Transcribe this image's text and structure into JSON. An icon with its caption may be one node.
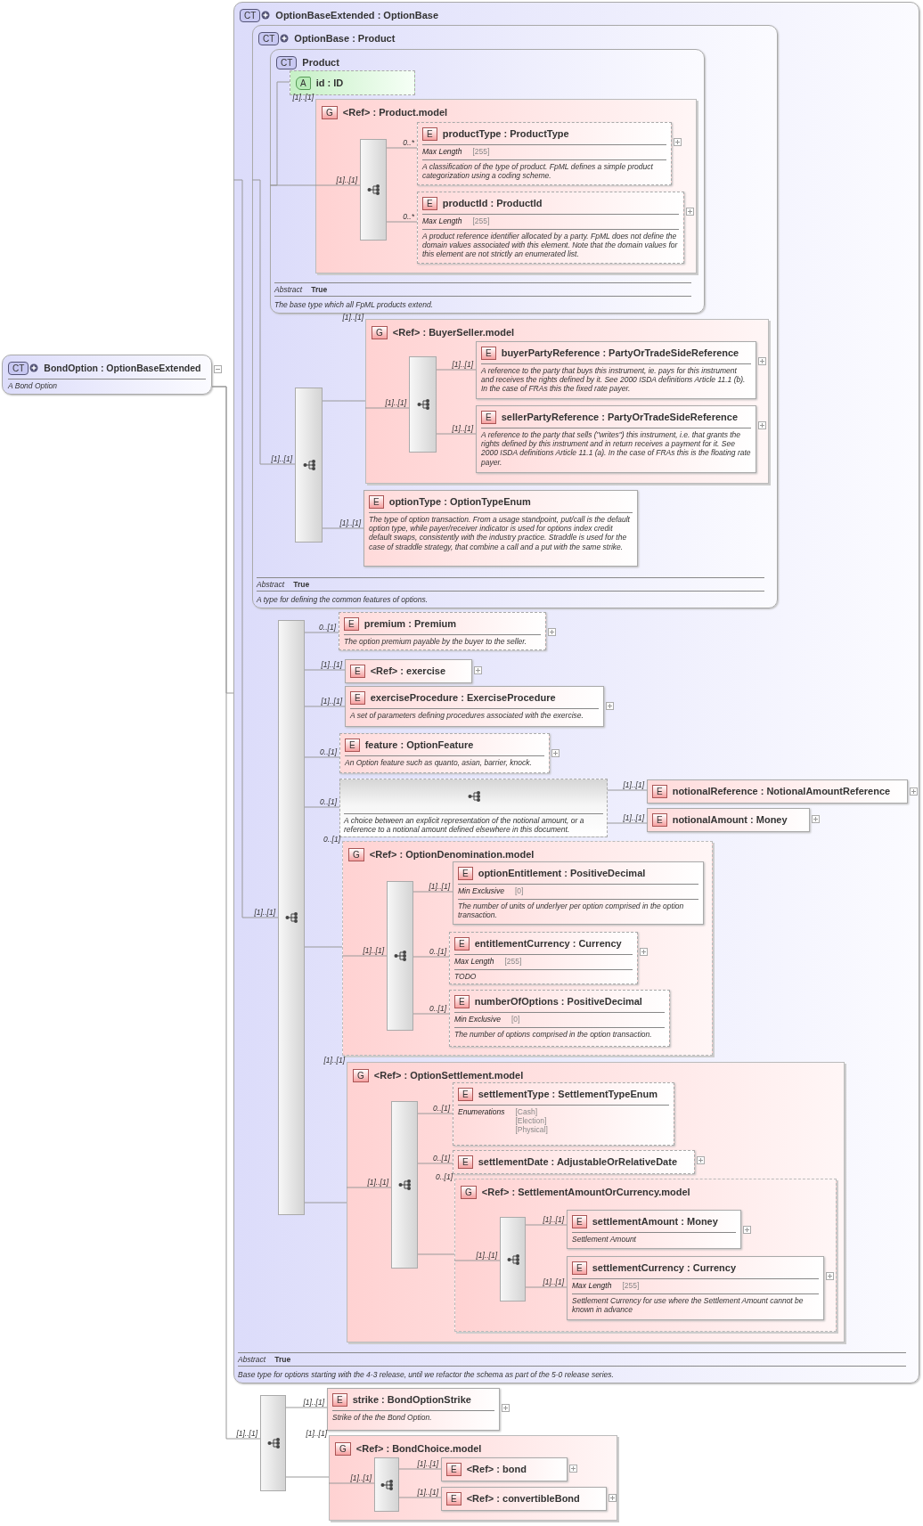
{
  "diagram": {
    "nodes": [
      {
        "text": [
          "CT",
          "BondOption : OptionBaseExtended",
          "A Bond Option"
        ]
      },
      {
        "text": [
          "CT",
          "OptionBaseExtended : OptionBase",
          "Abstract",
          "True",
          "Base type for options starting with the 4-3 release, until we refactor the schema as part of the 5-0 release series."
        ]
      },
      {
        "in": 1,
        "text": [
          "CT",
          "OptionBase : Product",
          "Abstract",
          "True",
          "A type for defining the common features of options."
        ]
      },
      {
        "in": 2,
        "text": [
          "CT",
          "Product",
          "Abstract",
          "True",
          "The base type which all FpML products extend."
        ]
      },
      {
        "in": 3,
        "text": [
          "A",
          "id : ID"
        ]
      },
      {
        "in": 3,
        "text": [
          "G",
          "<Ref> : Product.model"
        ],
        "beside": [
          "[1]..[1]"
        ]
      },
      {
        "in": 5,
        "text": [],
        "shape": "box"
      },
      {
        "in": 5,
        "text": [
          "E",
          "productType : ProductType",
          "Max Length",
          "[255]",
          "A classification of the type of product. FpML defines a simple product categorization using a coding scheme."
        ]
      },
      {
        "in": 5,
        "text": [
          "E",
          "productId : ProductId",
          "Max Length",
          "[255]",
          "A product reference identifier allocated by a party. FpML does not define the domain values associated with this element. Note that the domain values for this element are not strictly an enumerated list."
        ]
      },
      {
        "in": 2,
        "text": [],
        "shape": "box"
      },
      {
        "in": 2,
        "text": [
          "G",
          "<Ref> : BuyerSeller.model"
        ],
        "beside": [
          "[1]..[1]"
        ]
      },
      {
        "in": 10,
        "text": [],
        "shape": "box"
      },
      {
        "in": 10,
        "text": [
          "E",
          "buyerPartyReference : PartyOrTradeSideReference",
          "A reference to the party that buys this instrument, ie. pays for this instrument and receives the rights defined by it. See 2000 ISDA definitions Article 11.1 (b). In the case of FRAs this the fixed rate payer."
        ]
      },
      {
        "in": 10,
        "text": [
          "E",
          "sellerPartyReference : PartyOrTradeSideReference",
          "A reference to the party that sells (\"writes\") this instrument, i.e. that grants the rights defined by this instrument and in return receives a payment for it. See 2000 ISDA definitions Article 11.1 (a). In the case of FRAs this is the floating rate payer."
        ]
      },
      {
        "in": 2,
        "text": [
          "E",
          "optionType : OptionTypeEnum",
          "The type of option transaction. From a usage standpoint, put/call is the default option type, while payer/receiver indicator is used for options index credit default swaps, consistently with the industry practice. Straddle is used for the case of straddle strategy, that combine a call and a put with the same strike."
        ]
      },
      {
        "in": 1,
        "text": [],
        "shape": "box"
      },
      {
        "in": 1,
        "text": [
          "E",
          "premium : Premium",
          "The option premium payable by the buyer to the seller."
        ]
      },
      {
        "in": 1,
        "text": [
          "E",
          "<Ref> : exercise"
        ]
      },
      {
        "in": 1,
        "text": [
          "E",
          "exerciseProcedure : ExerciseProcedure",
          "A set of parameters defining procedures associated with the exercise."
        ]
      },
      {
        "in": 1,
        "text": [
          "E",
          "feature : OptionFeature",
          "An Option feature such as quanto, asian, barrier, knock."
        ]
      },
      {
        "in": 1,
        "text": [
          "A choice between an explicit representation of the notional amount, or a reference to a notional amount defined elsewhere in this document."
        ]
      },
      {
        "in": 1,
        "text": [
          "E",
          "notionalReference : NotionalAmountReference"
        ]
      },
      {
        "in": 1,
        "text": [
          "E",
          "notionalAmount : Money"
        ]
      },
      {
        "in": 1,
        "text": [
          "G",
          "<Ref> : OptionDenomination.model"
        ],
        "beside": [
          "0..[1]"
        ]
      },
      {
        "in": 23,
        "text": [],
        "shape": "box"
      },
      {
        "in": 23,
        "text": [
          "E",
          "optionEntitlement : PositiveDecimal",
          "Min Exclusive",
          "[0]",
          "The number of units of underlyer per option comprised in the option transaction."
        ]
      },
      {
        "in": 23,
        "text": [
          "E",
          "entitlementCurrency : Currency",
          "Max Length",
          "[255]",
          "TODO"
        ]
      },
      {
        "in": 23,
        "text": [
          "E",
          "numberOfOptions : PositiveDecimal",
          "Min Exclusive",
          "[0]",
          "The number of options comprised in the option transaction."
        ]
      },
      {
        "in": 1,
        "text": [
          "G",
          "<Ref> : OptionSettlement.model"
        ],
        "beside": [
          "[1]..[1]"
        ]
      },
      {
        "in": 28,
        "text": [],
        "shape": "box"
      },
      {
        "in": 28,
        "text": [
          "E",
          "settlementType : SettlementTypeEnum",
          "Enumerations",
          "[Cash]",
          "[Election]",
          "[Physical]"
        ]
      },
      {
        "in": 28,
        "text": [
          "E",
          "settlementDate : AdjustableOrRelativeDate"
        ]
      },
      {
        "in": 28,
        "text": [
          "G",
          "<Ref> : SettlementAmountOrCurrency.model"
        ],
        "beside": [
          "0..[1]"
        ]
      },
      {
        "in": 32,
        "text": [],
        "shape": "box"
      },
      {
        "in": 32,
        "text": [
          "E",
          "settlementAmount : Money",
          "Settlement Amount"
        ]
      },
      {
        "in": 32,
        "text": [
          "E",
          "settlementCurrency : Currency",
          "Max Length",
          "[255]",
          "Settlement Currency for use where the Settlement Amount cannot be known in advance"
        ]
      },
      {
        "text": [],
        "shape": "box"
      },
      {
        "text": [
          "E",
          "strike : BondOptionStrike",
          "Strike of the the Bond Option."
        ]
      },
      {
        "text": [
          "G",
          "<Ref> : BondChoice.model"
        ],
        "beside": [
          "[1]..[1]"
        ]
      },
      {
        "in": 38,
        "text": [],
        "shape": "box"
      },
      {
        "in": 38,
        "text": [
          "E",
          "<Ref> : bond"
        ]
      },
      {
        "in": 38,
        "text": [
          "E",
          "<Ref> : convertibleBond"
        ]
      }
    ],
    "edges": [
      {
        "from": 0,
        "to": 1,
        "arrow": "none"
      },
      {
        "from": 0,
        "to": 36,
        "arrow": "none",
        "label": "[1]..[1]"
      },
      {
        "from": 1,
        "to": 15,
        "arrow": "none",
        "label": "[1]..[1]"
      },
      {
        "from": 2,
        "to": 9,
        "arrow": "none",
        "label": "[1]..[1]"
      },
      {
        "from": 3,
        "to": 4,
        "arrow": "none"
      },
      {
        "from": 3,
        "to": 5,
        "arrow": "none"
      },
      {
        "from": 5,
        "to": 6,
        "arrow": "none",
        "label": "[1]..[1]"
      },
      {
        "from": 6,
        "to": 7,
        "arrow": "none",
        "label": "0..*"
      },
      {
        "from": 6,
        "to": 8,
        "arrow": "none",
        "label": "0..*"
      },
      {
        "from": 9,
        "to": 10,
        "arrow": "none"
      },
      {
        "from": 10,
        "to": 11,
        "arrow": "none",
        "label": "[1]..[1]"
      },
      {
        "from": 11,
        "to": 12,
        "arrow": "none",
        "label": "[1]..[1]"
      },
      {
        "from": 11,
        "to": 13,
        "arrow": "none",
        "label": "[1]..[1]"
      },
      {
        "from": 9,
        "to": 14,
        "arrow": "none",
        "label": "[1]..[1]"
      },
      {
        "from": 15,
        "to": 16,
        "arrow": "none",
        "label": "0..[1]"
      },
      {
        "from": 15,
        "to": 17,
        "arrow": "none",
        "label": "[1]..[1]"
      },
      {
        "from": 15,
        "to": 18,
        "arrow": "none",
        "label": "[1]..[1]"
      },
      {
        "from": 15,
        "to": 19,
        "arrow": "none",
        "label": "0..[1]"
      },
      {
        "from": 15,
        "to": 20,
        "arrow": "none",
        "label": "0..[1]"
      },
      {
        "from": 20,
        "to": 21,
        "arrow": "none",
        "label": "[1]..[1]"
      },
      {
        "from": 20,
        "to": 22,
        "arrow": "none",
        "label": "[1]..[1]"
      },
      {
        "from": 15,
        "to": 23,
        "arrow": "none"
      },
      {
        "from": 23,
        "to": 24,
        "arrow": "none",
        "label": "[1]..[1]"
      },
      {
        "from": 24,
        "to": 25,
        "arrow": "none",
        "label": "[1]..[1]"
      },
      {
        "from": 24,
        "to": 26,
        "arrow": "none",
        "label": "0..[1]"
      },
      {
        "from": 24,
        "to": 27,
        "arrow": "none",
        "label": "0..[1]"
      },
      {
        "from": 15,
        "to": 28,
        "arrow": "none"
      },
      {
        "from": 28,
        "to": 29,
        "arrow": "none",
        "label": "[1]..[1]"
      },
      {
        "from": 29,
        "to": 30,
        "arrow": "none",
        "label": "0..[1]"
      },
      {
        "from": 29,
        "to": 31,
        "arrow": "none",
        "label": "0..[1]"
      },
      {
        "from": 29,
        "to": 32,
        "arrow": "none"
      },
      {
        "from": 32,
        "to": 33,
        "arrow": "none",
        "label": "[1]..[1]"
      },
      {
        "from": 33,
        "to": 34,
        "arrow": "none",
        "label": "[1]..[1]"
      },
      {
        "from": 33,
        "to": 35,
        "arrow": "none",
        "label": "[1]..[1]"
      },
      {
        "from": 36,
        "to": 37,
        "arrow": "none",
        "label": "[1]..[1]"
      },
      {
        "from": 36,
        "to": 38,
        "arrow": "none"
      },
      {
        "from": 38,
        "to": 39,
        "arrow": "none",
        "label": "[1]..[1]"
      },
      {
        "from": 39,
        "to": 40,
        "arrow": "none",
        "label": "[1]..[1]"
      },
      {
        "from": 39,
        "to": 41,
        "arrow": "none",
        "label": "[1]..[1]"
      }
    ]
  }
}
